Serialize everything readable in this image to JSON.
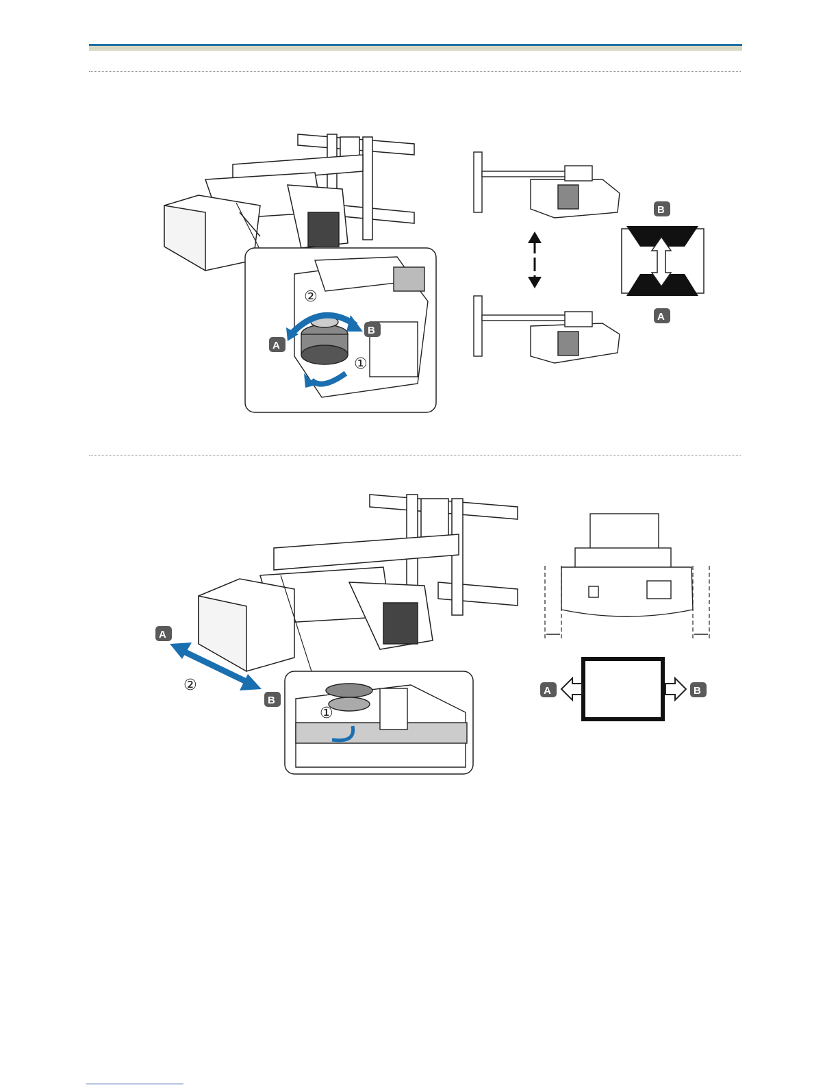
{
  "header": {
    "accent_color": "#1f6fa0",
    "band_color": "#d9d6c2"
  },
  "figure1": {
    "closeup_labels": {
      "step1": "①",
      "step2": "②",
      "a": "A",
      "b": "B"
    },
    "diagram_labels": {
      "a": "A",
      "b": "B"
    }
  },
  "figure2": {
    "main_labels": {
      "a": "A",
      "b": "B",
      "step2": "②"
    },
    "closeup_labels": {
      "step1": "①"
    },
    "diagram_labels": {
      "a": "A",
      "b": "B"
    }
  },
  "colors": {
    "arrow_blue": "#1a6fb0",
    "badge_gray": "#5a5a5a"
  }
}
